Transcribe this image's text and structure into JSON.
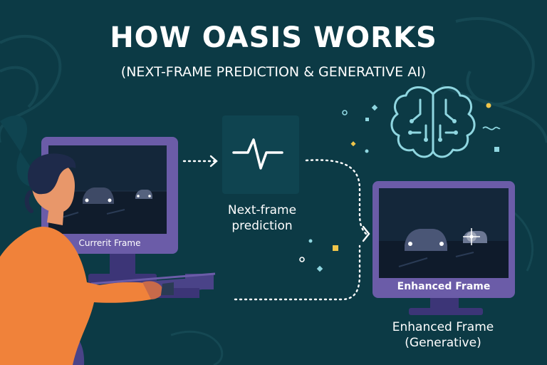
{
  "header": {
    "title": "HOW OASIS WORKS",
    "subtitle": "(NEXT-FRAME PREDICTION & GENERATIVE AI)"
  },
  "current_monitor": {
    "caption": "Currerit Frame"
  },
  "prediction_step": {
    "label": "Next-frame prediction",
    "icon": "waveform-icon"
  },
  "enhanced_monitor": {
    "caption": "Enhanced Frame",
    "label_line1": "Enhanced Frame",
    "label_line2": "(Generative)"
  },
  "ai_icon": "brain-icon",
  "colors": {
    "background": "#0c3a45",
    "monitor_frame": "#6b5ca8",
    "screen": "#14273a",
    "shirt": "#f0823a",
    "chair": "#4a4388",
    "brain": "#8fd6e0",
    "accent_yellow": "#f0c54a"
  }
}
